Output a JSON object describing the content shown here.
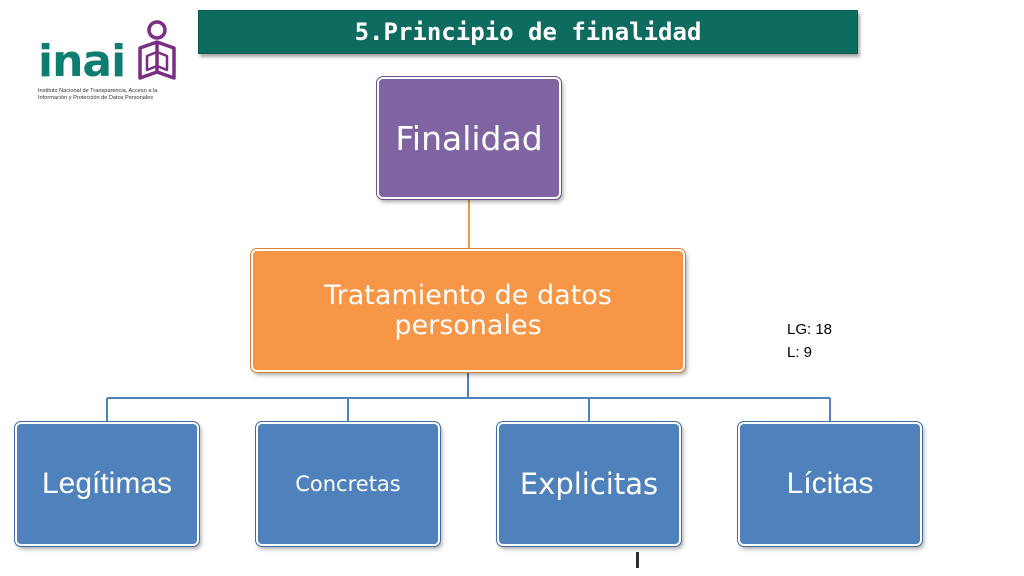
{
  "logo": {
    "wordmark": "inai",
    "tagline": "Instituto Nacional de Transparencia, Acceso a la Información y Protección de Datos Personales",
    "colors": {
      "wordmark": "#0e7d72",
      "figure": "#7b2d83"
    }
  },
  "title": "5.Principio de finalidad",
  "diagram": {
    "root": "Finalidad",
    "middle": "Tratamiento de datos personales",
    "leaves": [
      "Legítimas",
      "Concretas",
      "Explicitas",
      "Lícitas"
    ],
    "colors": {
      "root": "#8064a2",
      "middle": "#f79646",
      "leaves": "#4f81bd",
      "root_connector": "#f79646",
      "leaf_connectors": "#4f81bd"
    }
  },
  "note": {
    "line1": "LG: 18",
    "line2": "L: 9"
  }
}
